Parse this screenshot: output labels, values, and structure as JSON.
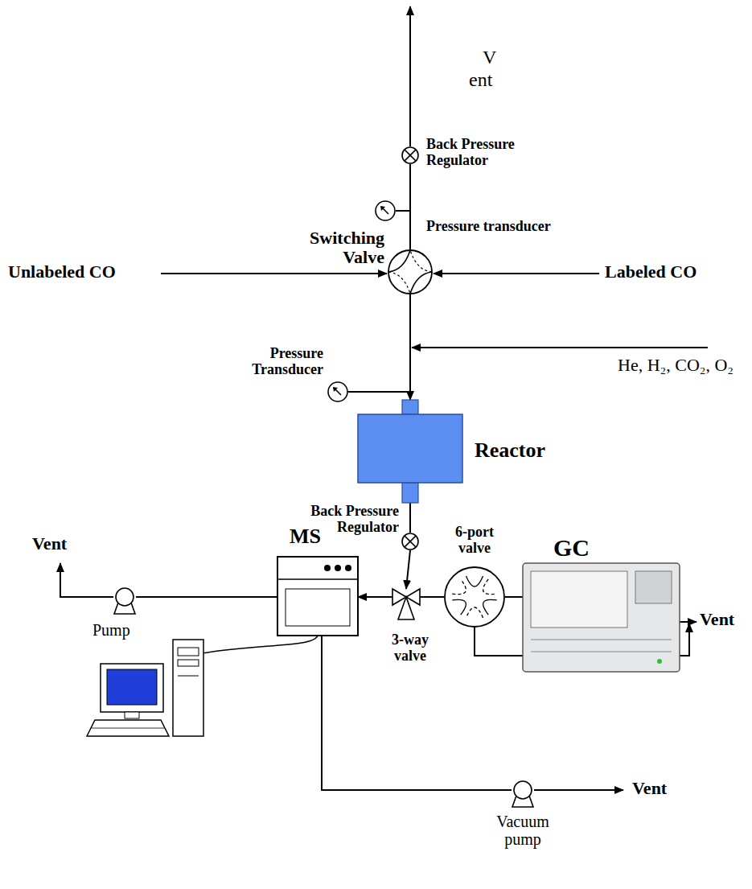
{
  "diagram": {
    "nodes": [
      {
        "text": [
          "Back Pressure Regulator"
        ]
      },
      {
        "text": [
          "Pressure transducer"
        ]
      },
      {
        "text": [
          "Switching Valve"
        ]
      },
      {
        "text": [
          "Pressure Transducer"
        ]
      },
      {
        "text": [
          "Reactor"
        ]
      },
      {
        "text": [
          "Back Pressure Regulator"
        ]
      },
      {
        "text": [
          "3-way valve"
        ]
      },
      {
        "text": [
          "6-port valve"
        ]
      },
      {
        "text": [
          "GC"
        ]
      },
      {
        "text": [
          "MS"
        ]
      },
      {
        "text": [
          "Pump"
        ]
      },
      {
        "text": [
          "Vacuum pump"
        ]
      }
    ],
    "edges": [
      {
        "from": 2,
        "to": 0,
        "arrow": "none"
      },
      {
        "from": 2,
        "to": 4,
        "arrow": "to"
      },
      {
        "from": 4,
        "to": 5,
        "arrow": "none"
      },
      {
        "from": 5,
        "to": 6,
        "arrow": "to"
      },
      {
        "from": 6,
        "to": 9,
        "arrow": "to"
      },
      {
        "from": 6,
        "to": 7,
        "arrow": "none"
      },
      {
        "from": 7,
        "to": 8,
        "arrow": "none"
      },
      {
        "from": 9,
        "to": 10,
        "arrow": "none"
      },
      {
        "from": 6,
        "to": 11,
        "arrow": "none"
      }
    ],
    "labels": [
      "V",
      "ent",
      "Unlabeled CO",
      "Labeled CO",
      "He, H₂, CO₂, O₂",
      "Vent",
      "Vent",
      "Vent"
    ]
  }
}
